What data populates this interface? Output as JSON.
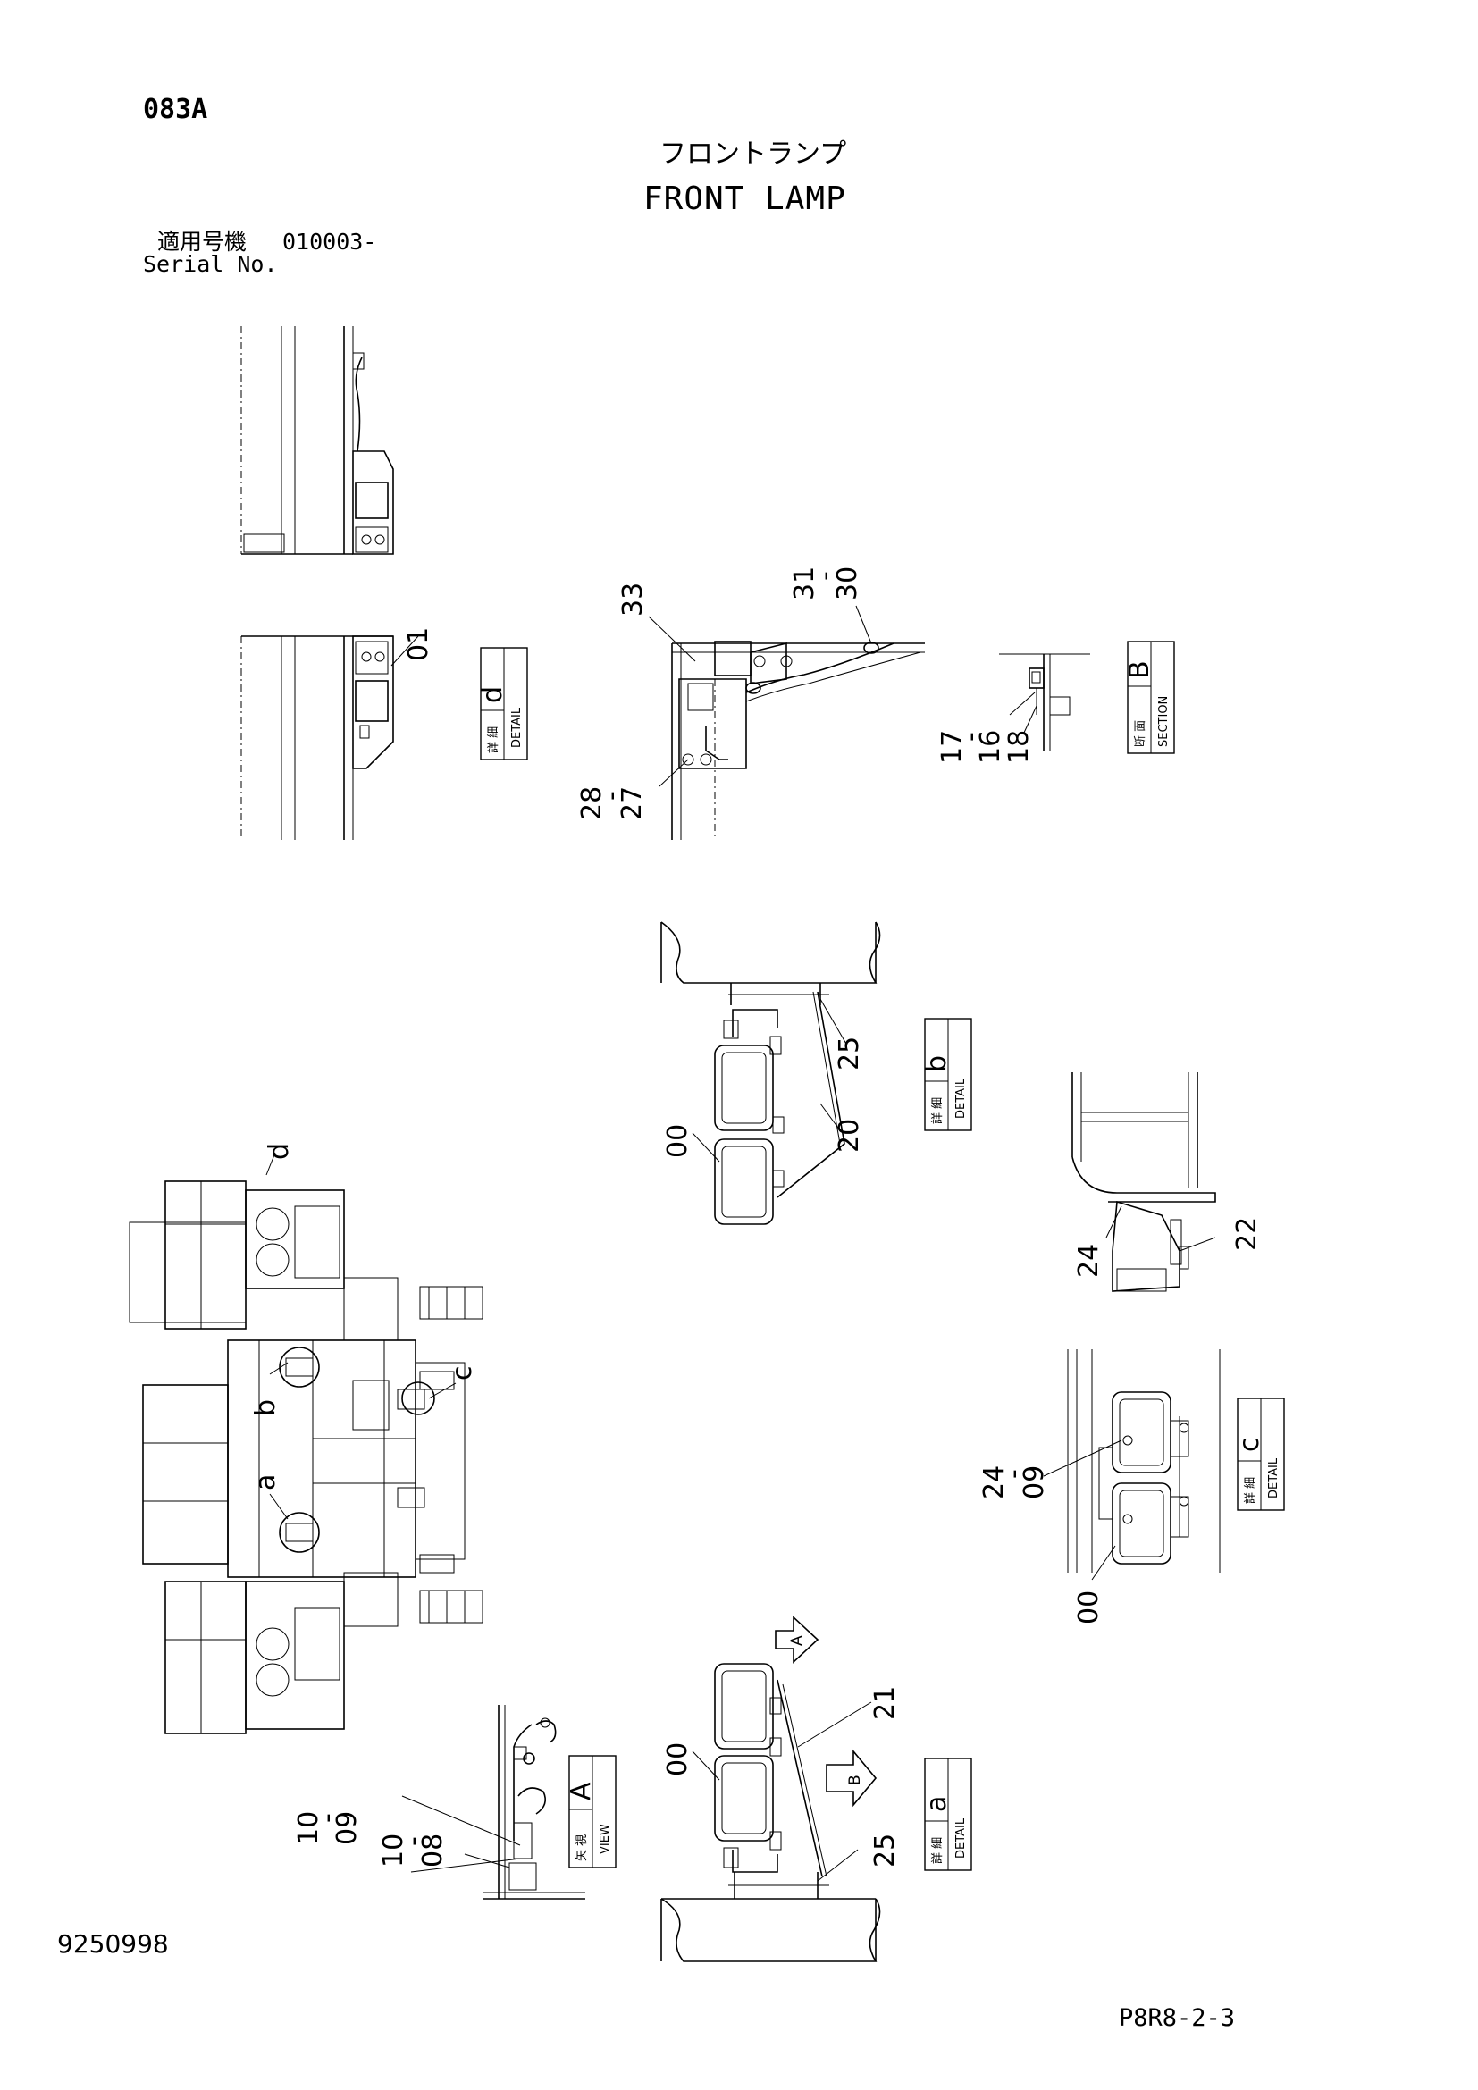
{
  "header": {
    "page_code": "083A",
    "title_jp": "フロントランプ",
    "title_en": "FRONT LAMP",
    "serial_label_jp": "適用号機",
    "serial_value": "010003-",
    "serial_label_en": "Serial No."
  },
  "footer": {
    "drawing_number": "9250998",
    "page_reference": "P8R8-2-3"
  },
  "callouts": {
    "detail_d": {
      "jp": "詳 細",
      "en": "DETAIL",
      "letter": "d"
    },
    "section_b": {
      "jp": "断 面",
      "en": "SECTION",
      "letter": "B"
    },
    "detail_b": {
      "jp": "詳 細",
      "en": "DETAIL",
      "letter": "b"
    },
    "detail_c": {
      "jp": "詳 細",
      "en": "DETAIL",
      "letter": "c"
    },
    "view_a": {
      "jp": "矢 視",
      "en": "VIEW",
      "letter": "A"
    },
    "detail_a": {
      "jp": "詳 細",
      "en": "DETAIL",
      "letter": "a"
    }
  },
  "arrows": {
    "view_a_arrow": "A",
    "view_b_arrow": "B"
  },
  "part_numbers": {
    "p01": "01",
    "p33": "33",
    "p31_30": [
      "31",
      "-",
      "30"
    ],
    "p28_27": [
      "28",
      "-",
      "27"
    ],
    "p17_16": [
      "17",
      "-",
      "16"
    ],
    "p18": "18",
    "p25_top": "25",
    "p00_b": "00",
    "p20": "20",
    "p24_c": "24",
    "p22": "22",
    "p24_09": [
      "24",
      "-",
      "09"
    ],
    "p00_c": "00",
    "p21": "21",
    "p00_a": "00",
    "p25_bottom": "25",
    "p10_09": [
      "10",
      "-",
      "09"
    ],
    "p10_08": [
      "10",
      "-",
      "08"
    ]
  },
  "plan_view_labels": {
    "a": "a",
    "b": "b",
    "c": "c",
    "d": "d"
  }
}
